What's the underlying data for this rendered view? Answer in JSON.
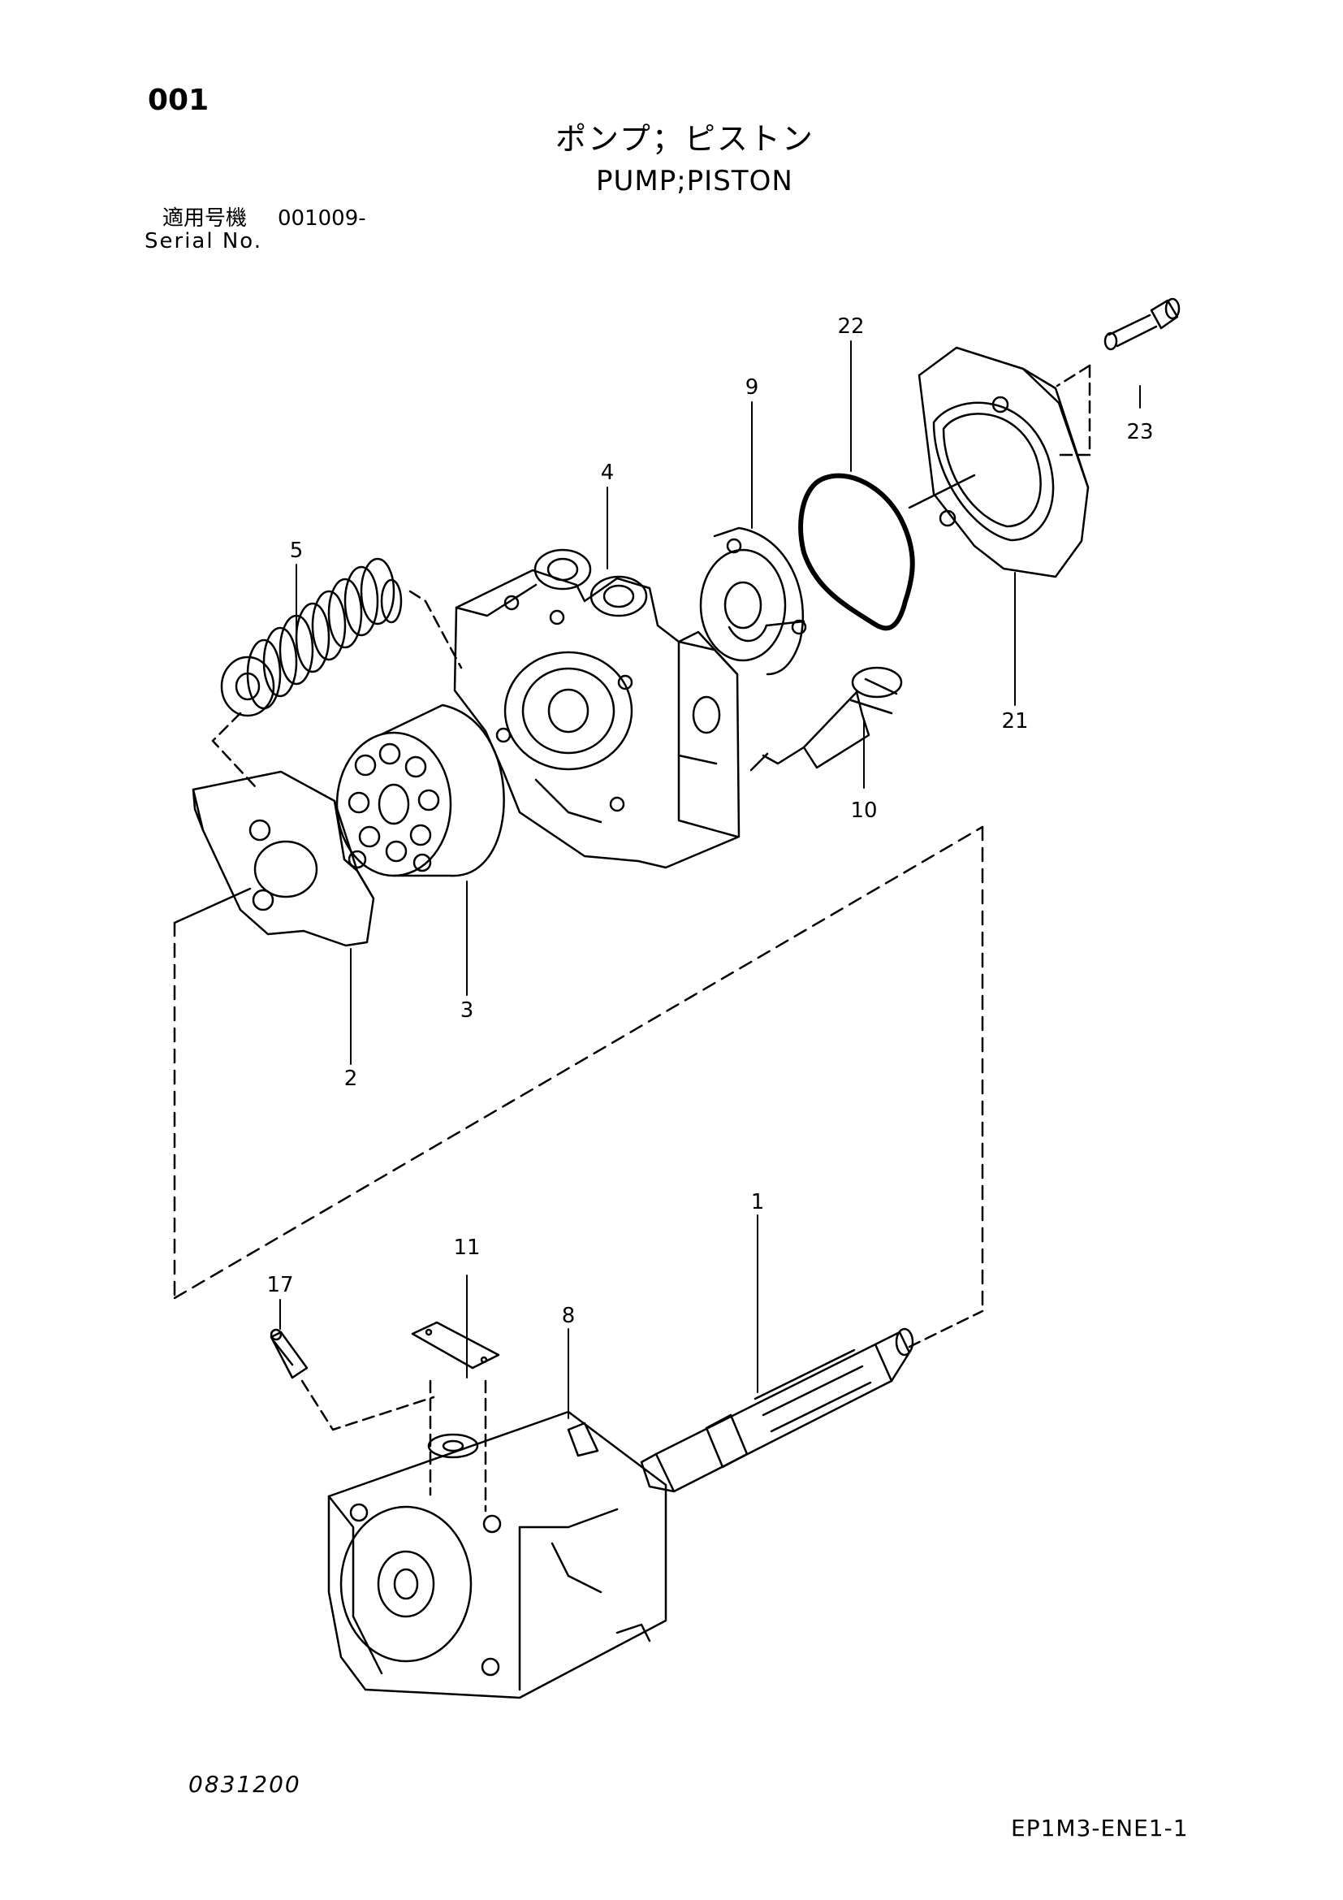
{
  "page_number": "001",
  "title_jp": "ポンプ；ピストン",
  "title_en": "PUMP;PISTON",
  "serial_label_jp": "適用号機",
  "serial_value": "001009-",
  "serial_label_en": "Serial No.",
  "drawing_code": "0831200",
  "sheet_code": "EP1M3-ENE1-1",
  "callouts": {
    "c1": "1",
    "c2": "2",
    "c3": "3",
    "c4": "4",
    "c5": "5",
    "c8": "8",
    "c9": "9",
    "c10": "10",
    "c11": "11",
    "c17": "17",
    "c21": "21",
    "c22": "22",
    "c23": "23"
  }
}
